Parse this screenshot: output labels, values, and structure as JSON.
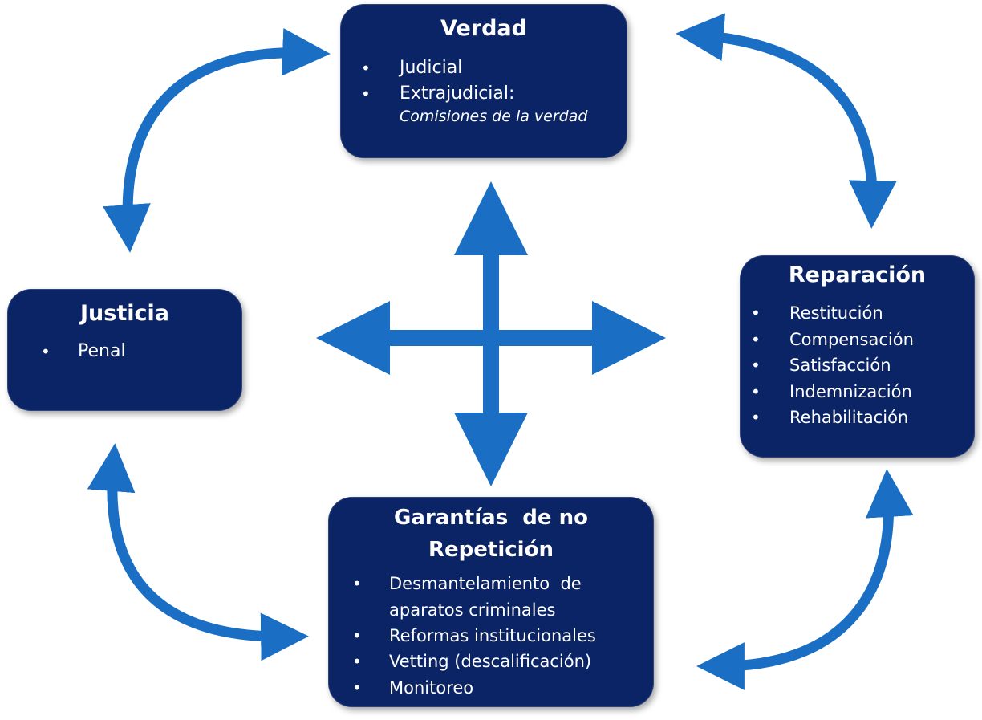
{
  "colors": {
    "box_fill": "#0b2465",
    "arrow": "#1a6fc4"
  },
  "boxes": {
    "verdad": {
      "title": "Verdad",
      "items": [
        {
          "label": "Judicial"
        },
        {
          "label": "Extrajudicial:",
          "sub": "Comisiones de la verdad"
        }
      ]
    },
    "justicia": {
      "title": "Justicia",
      "items": [
        {
          "label": "Penal"
        }
      ]
    },
    "reparacion": {
      "title": "Reparación",
      "items": [
        {
          "label": "Restitución"
        },
        {
          "label": "Compensación"
        },
        {
          "label": "Satisfacción"
        },
        {
          "label": "Indemnización"
        },
        {
          "label": "Rehabilitación"
        }
      ]
    },
    "garantias": {
      "title_line1": "Garantías  de no",
      "title_line2": "Repetición",
      "items": [
        {
          "label": "Desmantelamiento  de",
          "sub": "aparatos criminales"
        },
        {
          "label": "Reformas institucionales"
        },
        {
          "label": "Vetting (descalificación)"
        },
        {
          "label": "Monitoreo"
        }
      ]
    }
  },
  "connections": [
    {
      "from": "verdad",
      "to": "justicia",
      "type": "bidirectional-curved"
    },
    {
      "from": "verdad",
      "to": "reparacion",
      "type": "bidirectional-curved"
    },
    {
      "from": "justicia",
      "to": "garantias",
      "type": "bidirectional-curved"
    },
    {
      "from": "reparacion",
      "to": "garantias",
      "type": "bidirectional-curved"
    },
    {
      "from": "verdad",
      "to": "garantias",
      "type": "bidirectional-straight"
    },
    {
      "from": "justicia",
      "to": "reparacion",
      "type": "bidirectional-straight"
    }
  ]
}
